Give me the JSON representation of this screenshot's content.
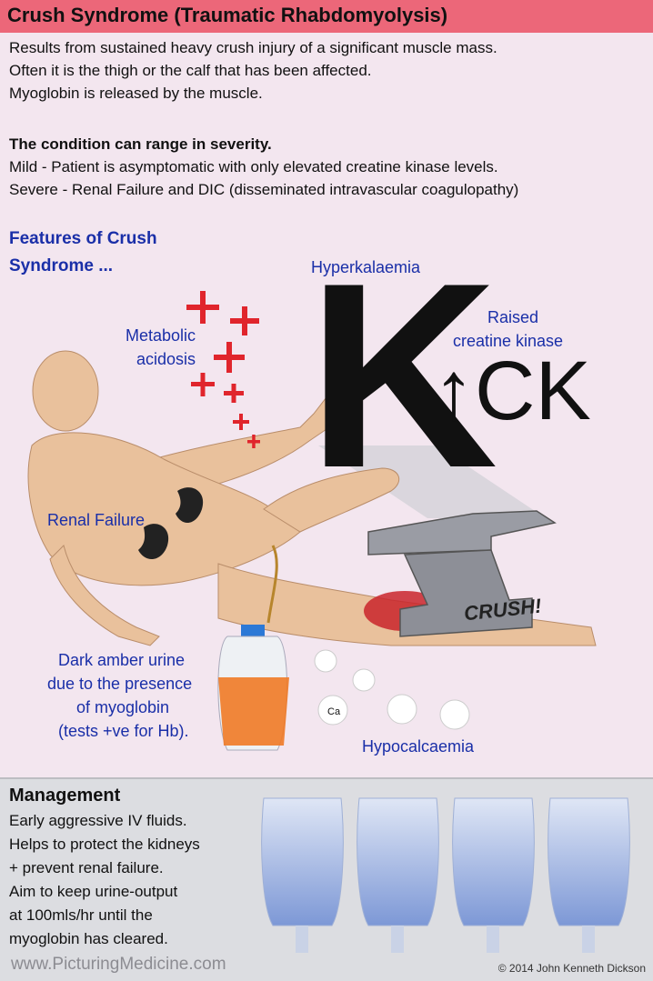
{
  "header": {
    "title": "Crush Syndrome (Traumatic Rhabdomyolysis)"
  },
  "intro": {
    "lines": [
      "Results from sustained heavy crush injury of a significant muscle mass.",
      "Often it is the thigh or the calf that has been affected.",
      "Myoglobin is released by the muscle."
    ]
  },
  "severity": {
    "heading": "The condition can range in severity.",
    "mild": "Mild - Patient is asymptomatic with only elevated creatine kinase levels.",
    "severe": "Severe - Renal Failure and DIC (disseminated intravascular coagulopathy)"
  },
  "features": {
    "line1": "Features of Crush",
    "line2": "Syndrome ..."
  },
  "labels": {
    "hyperkalaemia": "Hyperkalaemia",
    "k_symbol": "K",
    "metabolic_1": "Metabolic",
    "metabolic_2": "acidosis",
    "raised_1": "Raised",
    "raised_2": "creatine kinase",
    "ck": "↑CK",
    "renal": "Renal Failure",
    "crush": "CRUSH!",
    "urine_1": "Dark amber urine",
    "urine_2": "due to the presence",
    "urine_3": "of myoglobin",
    "urine_4": "(tests +ve for Hb).",
    "ca": "Ca",
    "hypocalcaemia": "Hypocalcaemia"
  },
  "management": {
    "title": "Management",
    "lines": [
      "Early aggressive IV fluids.",
      "Helps to protect the kidneys",
      "+ prevent renal failure.",
      "Aim to keep urine-output",
      "at 100mls/hr until the",
      "myoglobin has cleared."
    ]
  },
  "footer": {
    "website": "www.PicturingMedicine.com",
    "copyright": "© 2014 John Kenneth Dickson"
  },
  "colors": {
    "header_bg": "#ec6779",
    "accent_blue": "#1a2fa8",
    "plus_red": "#e0252c",
    "skin": "#e9c19c",
    "urine": "#f07a26"
  }
}
